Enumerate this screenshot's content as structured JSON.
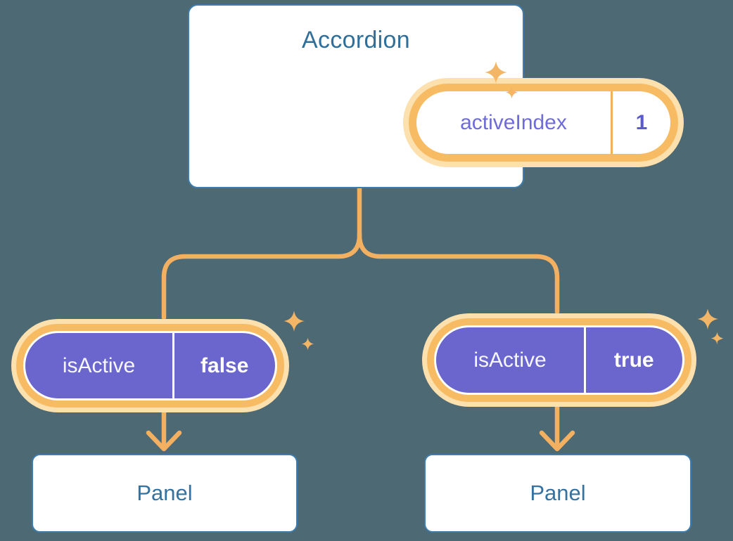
{
  "colors": {
    "background": "#4D6974",
    "card_border": "#3E7DAE",
    "heading_blue": "#2F6F99",
    "panel_blue": "#35729F",
    "purple_fill": "#6A66CE",
    "purple_label": "#6F6BD9",
    "purple_value": "#5B58D3",
    "orange_ring": "#F7BC63",
    "orange_halo": "#FCE0AE",
    "orange_line": "#F2B060",
    "sparkle": "#F3B566"
  },
  "accordion": {
    "title": "Accordion",
    "state": {
      "label": "activeIndex",
      "value": "1"
    }
  },
  "children": [
    {
      "prop": {
        "label": "isActive",
        "value": "false"
      },
      "panel": {
        "title": "Panel"
      }
    },
    {
      "prop": {
        "label": "isActive",
        "value": "true"
      },
      "panel": {
        "title": "Panel"
      }
    }
  ]
}
